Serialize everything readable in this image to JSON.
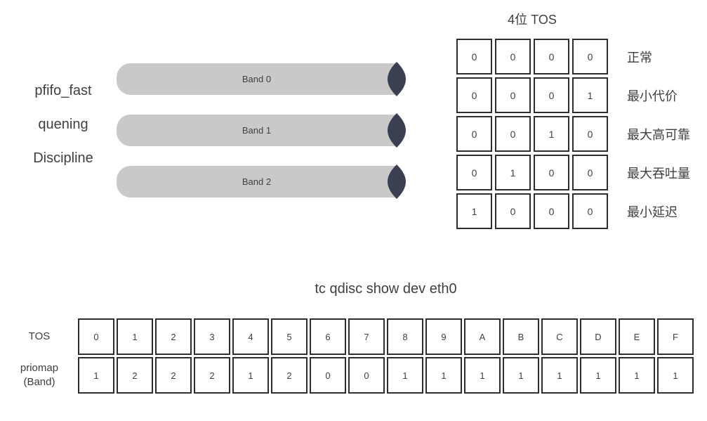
{
  "diagram": {
    "left_label": {
      "line1": "pfifo_fast",
      "line2": "quening",
      "line3": "Discipline"
    },
    "bands": [
      "Band 0",
      "Band 1",
      "Band 2"
    ],
    "tos_table": {
      "title": "4位 TOS",
      "rows": [
        {
          "bits": [
            "0",
            "0",
            "0",
            "0"
          ],
          "label": "正常"
        },
        {
          "bits": [
            "0",
            "0",
            "0",
            "1"
          ],
          "label": "最小代价"
        },
        {
          "bits": [
            "0",
            "0",
            "1",
            "0"
          ],
          "label": "最大高可靠"
        },
        {
          "bits": [
            "0",
            "1",
            "0",
            "0"
          ],
          "label": "最大吞吐量"
        },
        {
          "bits": [
            "1",
            "0",
            "0",
            "0"
          ],
          "label": "最小延迟"
        }
      ]
    },
    "priomap_section": {
      "title": "tc qdisc show dev eth0",
      "tos_row_label": "TOS",
      "priomap_row_label_line1": "priomap",
      "priomap_row_label_line2": "(Band)",
      "tos_values": [
        "0",
        "1",
        "2",
        "3",
        "4",
        "5",
        "6",
        "7",
        "8",
        "9",
        "A",
        "B",
        "C",
        "D",
        "E",
        "F"
      ],
      "priomap_values": [
        "1",
        "2",
        "2",
        "2",
        "1",
        "2",
        "0",
        "0",
        "1",
        "1",
        "1",
        "1",
        "1",
        "1",
        "1",
        "1"
      ]
    },
    "colors": {
      "cylinder_gray": "#c9c9c9",
      "cylinder_cap_dark": "#3a3f52",
      "table_border": "#2d2d2d",
      "text": "#3f3f3f",
      "background": "#ffffff"
    }
  }
}
